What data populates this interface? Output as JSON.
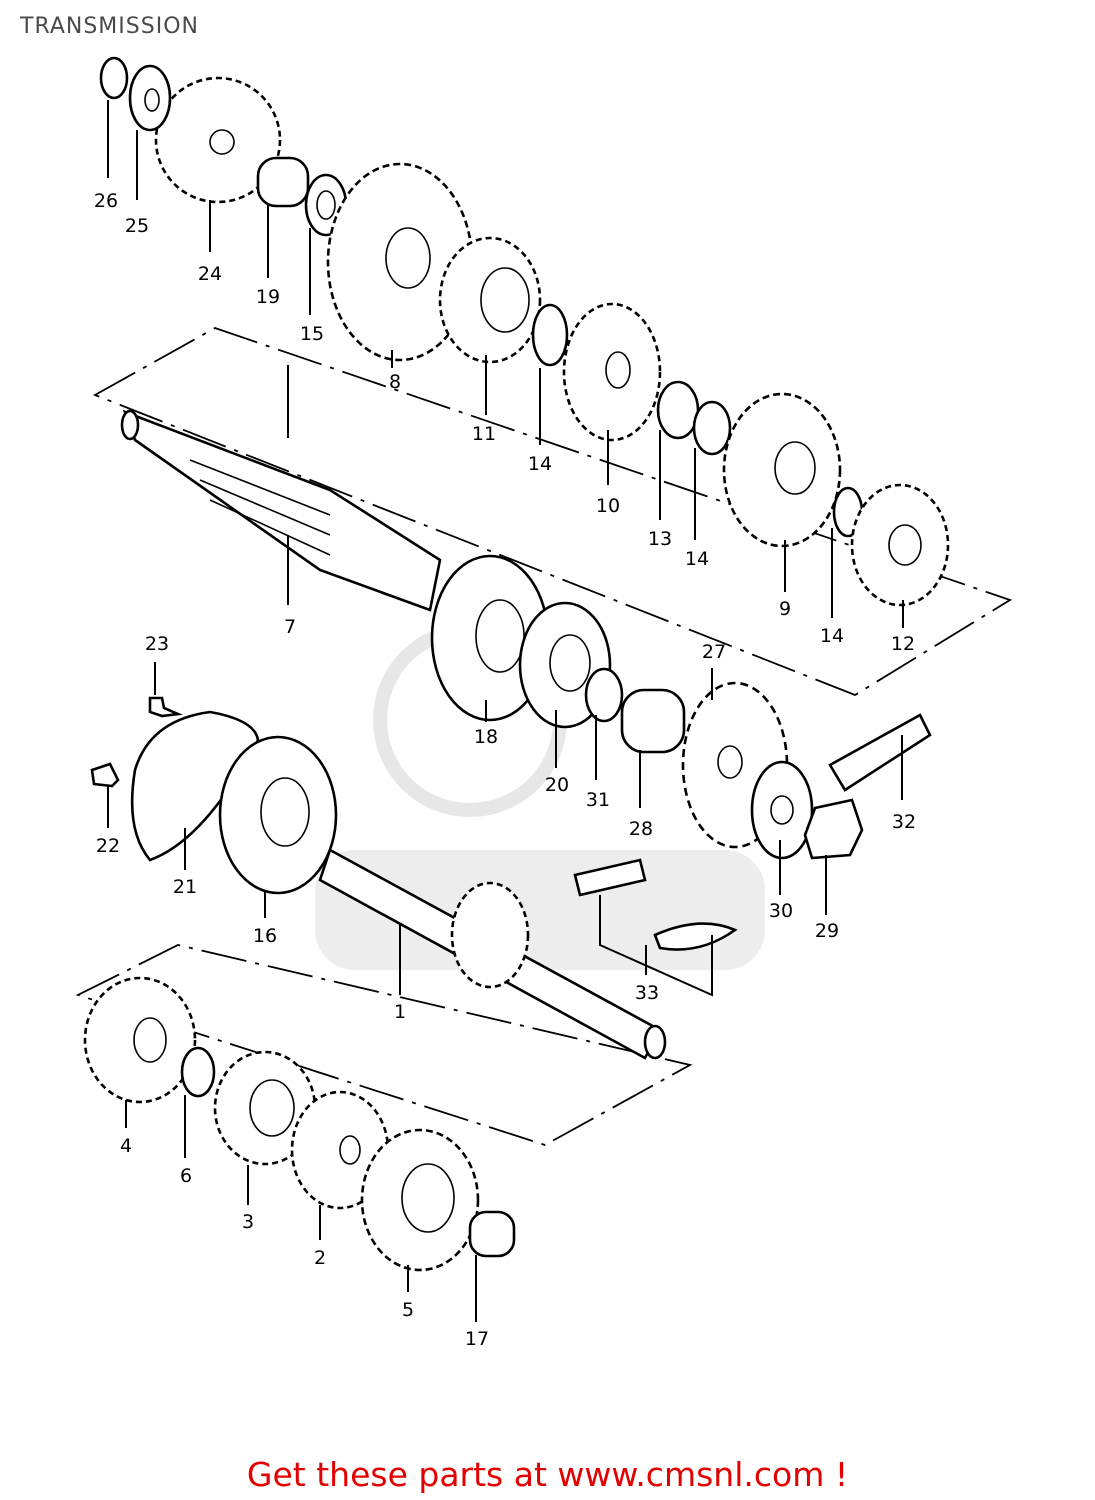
{
  "title": "TRANSMISSION",
  "footer": "Get these parts at www.cmsnl.com !",
  "colors": {
    "footer_text": "#e30000",
    "title_text": "#4a4a4a",
    "line": "#000000",
    "watermark": "#d8d8d8"
  },
  "callouts": [
    {
      "id": "26",
      "label": "26"
    },
    {
      "id": "25",
      "label": "25"
    },
    {
      "id": "24",
      "label": "24"
    },
    {
      "id": "19",
      "label": "19"
    },
    {
      "id": "15",
      "label": "15"
    },
    {
      "id": "8",
      "label": "8"
    },
    {
      "id": "11",
      "label": "11"
    },
    {
      "id": "14a",
      "label": "14"
    },
    {
      "id": "10",
      "label": "10"
    },
    {
      "id": "13",
      "label": "13"
    },
    {
      "id": "14b",
      "label": "14"
    },
    {
      "id": "9",
      "label": "9"
    },
    {
      "id": "14c",
      "label": "14"
    },
    {
      "id": "12",
      "label": "12"
    },
    {
      "id": "7",
      "label": "7"
    },
    {
      "id": "23",
      "label": "23"
    },
    {
      "id": "27",
      "label": "27"
    },
    {
      "id": "18",
      "label": "18"
    },
    {
      "id": "20",
      "label": "20"
    },
    {
      "id": "31",
      "label": "31"
    },
    {
      "id": "28",
      "label": "28"
    },
    {
      "id": "32",
      "label": "32"
    },
    {
      "id": "22",
      "label": "22"
    },
    {
      "id": "21",
      "label": "21"
    },
    {
      "id": "16",
      "label": "16"
    },
    {
      "id": "30",
      "label": "30"
    },
    {
      "id": "29",
      "label": "29"
    },
    {
      "id": "33",
      "label": "33"
    },
    {
      "id": "1",
      "label": "1"
    },
    {
      "id": "4",
      "label": "4"
    },
    {
      "id": "6",
      "label": "6"
    },
    {
      "id": "3",
      "label": "3"
    },
    {
      "id": "2",
      "label": "2"
    },
    {
      "id": "5",
      "label": "5"
    },
    {
      "id": "17",
      "label": "17"
    }
  ]
}
